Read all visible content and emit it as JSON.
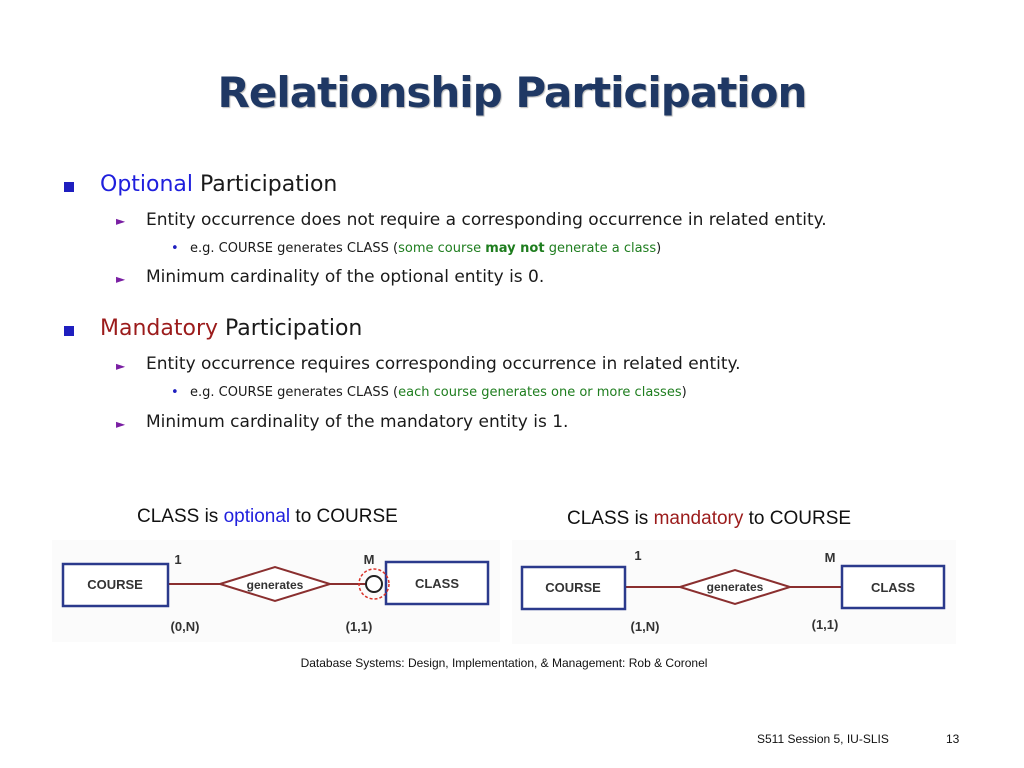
{
  "title": "Relationship Participation",
  "sections": [
    {
      "heading_colored": "Optional",
      "heading_rest": " Participation",
      "sub1": "Entity occurrence does not require a corresponding occurrence in related entity.",
      "example_prefix": "e.g. COURSE generates CLASS (",
      "example_green1": "some course ",
      "example_bold": "may not",
      "example_green2": " generate a class",
      "example_suffix": ")",
      "sub2": "Minimum cardinality of the optional entity is 0."
    },
    {
      "heading_colored": "Mandatory",
      "heading_rest": " Participation",
      "sub1": "Entity occurrence requires corresponding occurrence in related entity.",
      "example_prefix": "e.g. COURSE generates CLASS (",
      "example_green1": "each course generates one or more classes",
      "example_suffix": ")",
      "sub2": "Minimum cardinality of the mandatory entity is 1."
    }
  ],
  "captions": {
    "left_prefix": "CLASS is ",
    "left_colored": "optional",
    "left_suffix": " to COURSE",
    "right_prefix": "CLASS is ",
    "right_colored": "mandatory",
    "right_suffix": " to COURSE"
  },
  "diagram_left": {
    "entity_left": "COURSE",
    "relationship": "generates",
    "entity_right": "CLASS",
    "card_left": "1",
    "card_right": "M",
    "conn_left": "(0,N)",
    "conn_right": "(1,1)"
  },
  "diagram_right": {
    "entity_left": "COURSE",
    "relationship": "generates",
    "entity_right": "CLASS",
    "card_left": "1",
    "card_right": "M",
    "conn_left": "(1,N)",
    "conn_right": "(1,1)"
  },
  "credit": "Database Systems: Design, Implementation, & Management: Rob & Coronel",
  "footer": {
    "session": "S511 Session 5, IU-SLIS",
    "page": "13"
  },
  "colors": {
    "title": "#1f3864",
    "optional": "#1f1fdd",
    "mandatory": "#9b1b1b",
    "example_text": "#1e7d1e",
    "entity_border": "#2b3a8c",
    "connector": "#8a2f2f"
  }
}
